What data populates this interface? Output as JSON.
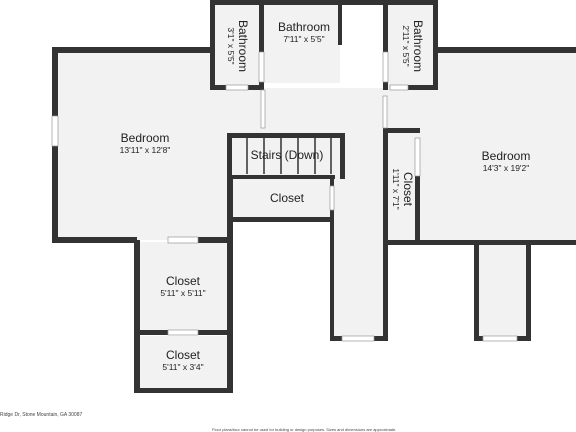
{
  "rooms": {
    "bedroom_left": {
      "name": "Bedroom",
      "dims": "13'11\" x 12'8\""
    },
    "bedroom_right": {
      "name": "Bedroom",
      "dims": "14'3\" x 19'2\""
    },
    "bathroom_left": {
      "name": "Bathroom",
      "dims": "3'1\" x 5'5\""
    },
    "bathroom_mid": {
      "name": "Bathroom",
      "dims": "7'11\" x 5'5\""
    },
    "bathroom_right": {
      "name": "Bathroom",
      "dims": "2'11\" x 5'5\""
    },
    "stairs": {
      "name": "Stairs (Down)"
    },
    "closet_mid": {
      "name": "Closet"
    },
    "closet_right": {
      "name": "Closet",
      "dims": "1'11\" x 7'1\""
    },
    "closet_lower": {
      "name": "Closet",
      "dims": "5'11\" x 5'11\""
    },
    "closet_bottom": {
      "name": "Closet",
      "dims": "5'11\" x 3'4\""
    }
  },
  "footer": {
    "address": "Ridge Dr, Stone Mountain, GA 30087",
    "disclaimer": "Floor plans/tour cannot be used for building or design purposes. Sizes and dimensions are approximate."
  },
  "colors": {
    "wall": "#333333",
    "floor": "#f2f2f2",
    "window": "#ffffff"
  }
}
